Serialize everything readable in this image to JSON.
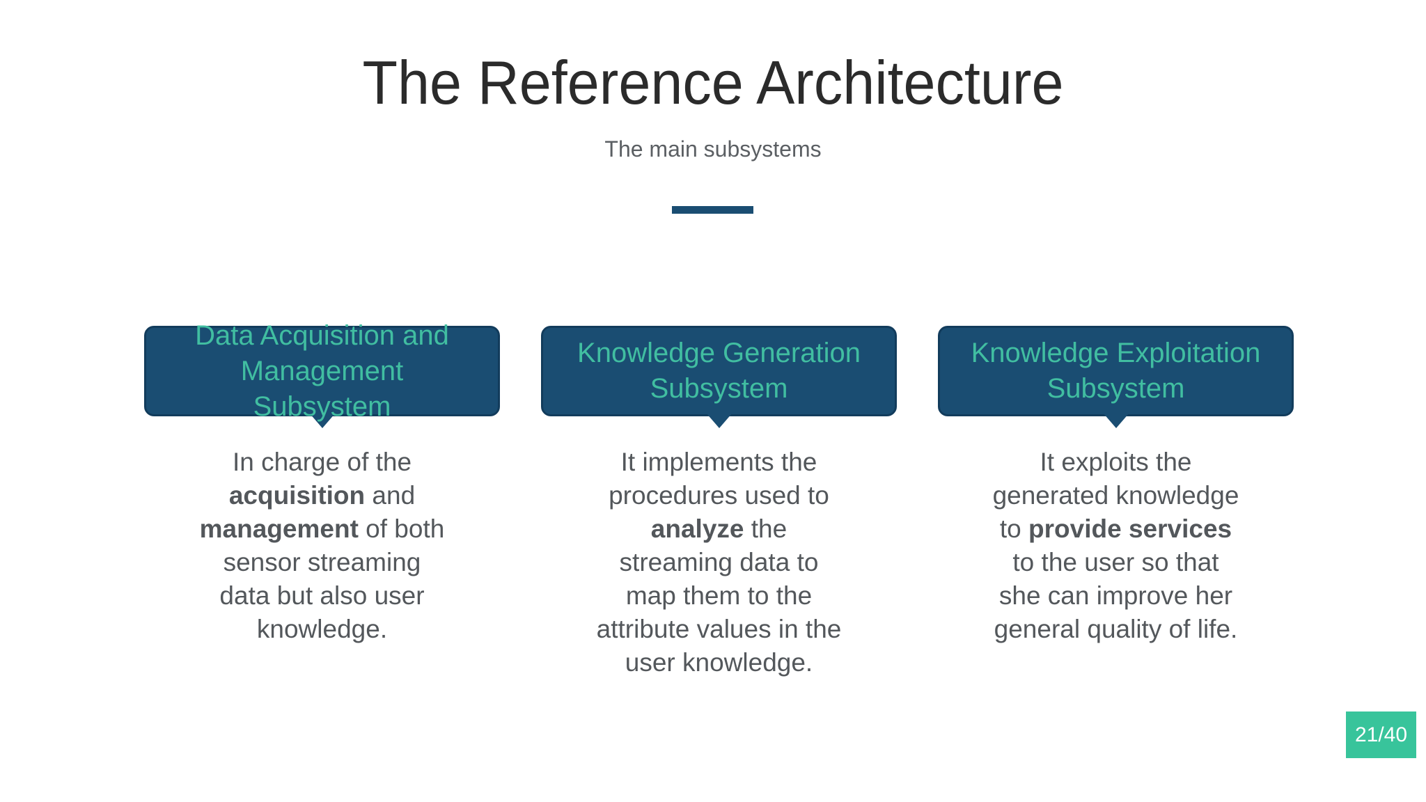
{
  "slide": {
    "title": "The Reference Architecture",
    "subtitle": "The main subsystems",
    "page_badge": "21/40"
  },
  "colors": {
    "box_fill": "#1a4d72",
    "box_border": "#123c5c",
    "heading_teal": "#41bea1",
    "divider": "#1a4d72",
    "badge_green": "#38c49b",
    "title_text": "#2b2b2b",
    "subtitle_text": "#5b5f63",
    "body_text": "#53575b",
    "slide_bg": "#ffffff"
  },
  "columns": [
    {
      "heading_lines": [
        "Data Acquisition and",
        "Management",
        "Subsystem"
      ],
      "body_lines": [
        [
          {
            "t": "In charge of the"
          }
        ],
        [
          {
            "t": "acquisition",
            "b": true
          },
          {
            "t": " and"
          }
        ],
        [
          {
            "t": "management",
            "b": true
          },
          {
            "t": " of both"
          }
        ],
        [
          {
            "t": "sensor streaming"
          }
        ],
        [
          {
            "t": "data but also user"
          }
        ],
        [
          {
            "t": "knowledge."
          }
        ]
      ]
    },
    {
      "heading_lines": [
        "Knowledge Generation",
        "Subsystem"
      ],
      "body_lines": [
        [
          {
            "t": "It implements the"
          }
        ],
        [
          {
            "t": "procedures used to"
          }
        ],
        [
          {
            "t": "analyze",
            "b": true
          },
          {
            "t": " the"
          }
        ],
        [
          {
            "t": "streaming data to"
          }
        ],
        [
          {
            "t": "map them to the"
          }
        ],
        [
          {
            "t": "attribute values in the"
          }
        ],
        [
          {
            "t": "user knowledge."
          }
        ]
      ]
    },
    {
      "heading_lines": [
        "Knowledge Exploitation",
        "Subsystem"
      ],
      "body_lines": [
        [
          {
            "t": "It exploits the"
          }
        ],
        [
          {
            "t": "generated knowledge"
          }
        ],
        [
          {
            "t": "to "
          },
          {
            "t": "provide services",
            "b": true
          }
        ],
        [
          {
            "t": "to the user so that"
          }
        ],
        [
          {
            "t": "she can improve her"
          }
        ],
        [
          {
            "t": "general quality of life."
          }
        ]
      ]
    }
  ]
}
